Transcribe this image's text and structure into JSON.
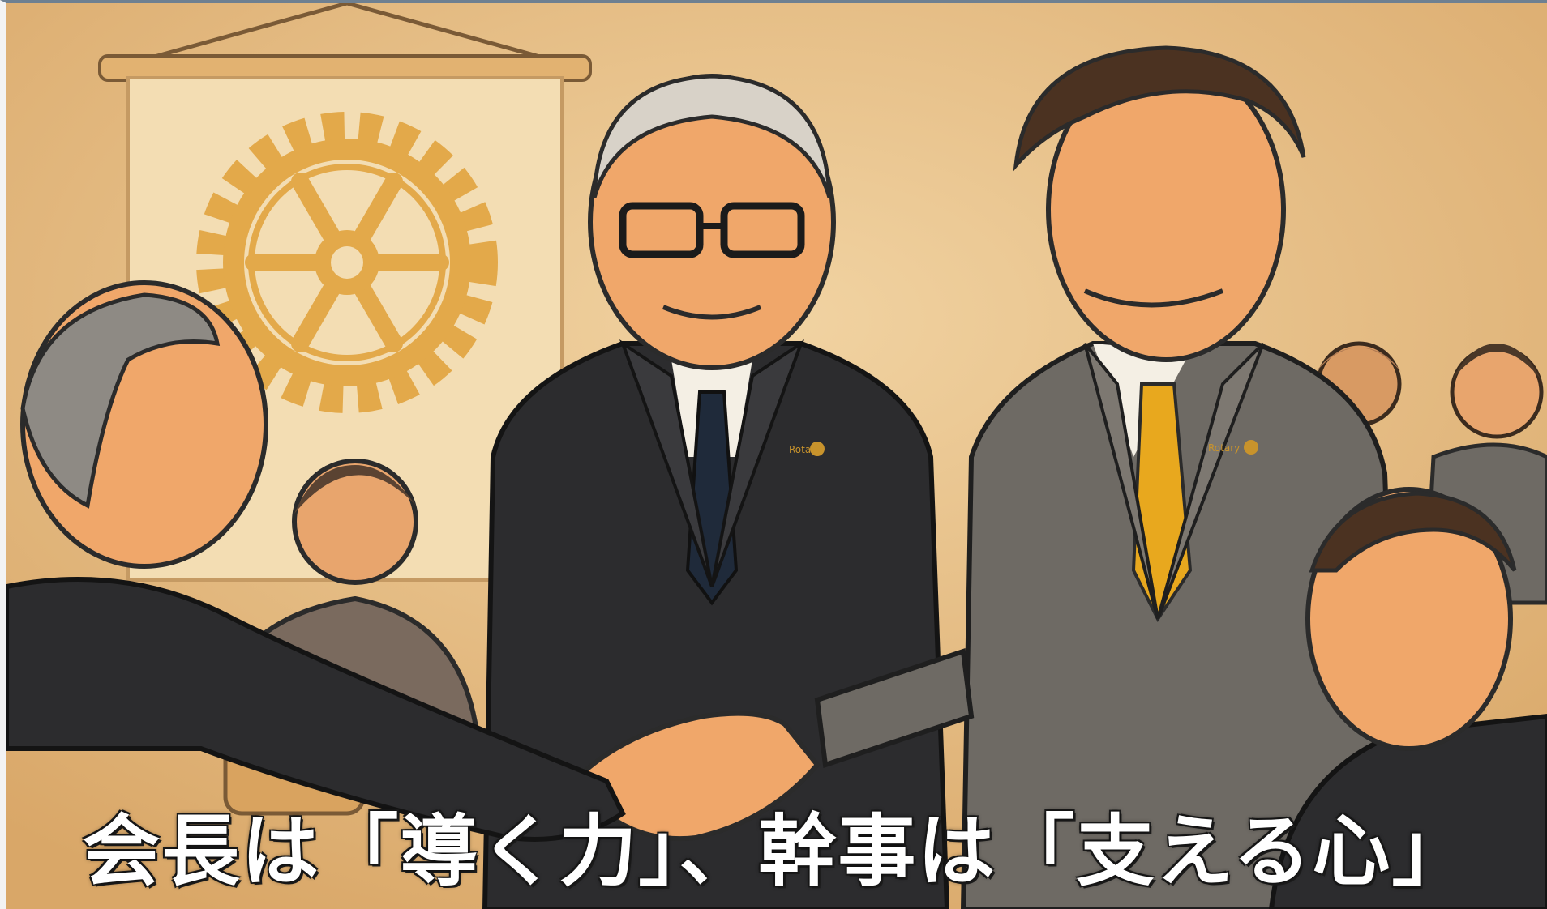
{
  "caption": {
    "text": "会長は「導く力」、幹事は「支える心」"
  },
  "pins": {
    "left_pin": "Rotary",
    "right_pin": "Rotary"
  },
  "colors": {
    "background": "#e9c48f",
    "banner": "#f3ddb3",
    "gear": "#e3a94a",
    "dark_suit": "#2c2c2e",
    "gray_suit": "#6e6a64",
    "tie_dark": "#1f2a3a",
    "tie_gold": "#e8a81e",
    "skin": "#f0a76a",
    "caption_text": "#ffffff"
  },
  "icons": {
    "banner_emblem": "rotary-gear-icon"
  }
}
